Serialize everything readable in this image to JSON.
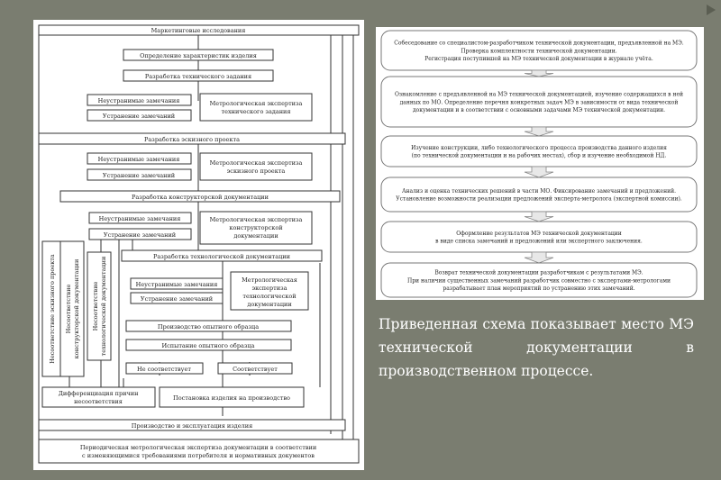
{
  "left_diagram": {
    "marketing": "Маркетинговые исследования",
    "product_def": "Определение характеристик изделия",
    "tech_task": "Разработка технического задания",
    "unremovable_1": "Неустранимые замечания",
    "removal_1": "Устранение замечаний",
    "mex_tz": [
      "Метрологическая экспертиза",
      "технического задания"
    ],
    "sketch_dev": "Разработка эскизного проекта",
    "unremovable_2": "Неустранимые замечания",
    "removal_2": "Устранение замечаний",
    "mex_sketch": [
      "Метрологическая экспертиза",
      "эскизного проекта"
    ],
    "design_dev": "Разработка конструкторской документации",
    "unremovable_3": "Неустранимые замечания",
    "removal_3": "Устранение замечаний",
    "mex_design": [
      "Метрологическая экспертиза",
      "конструкторской",
      "документации"
    ],
    "tech_doc_dev": "Разработка технологической документации",
    "unremovable_4": "Неустранимые замечания",
    "removal_4": "Устранение замечаний",
    "mex_tech": [
      "Метрологическая",
      "экспертиза",
      "технологической",
      "документации"
    ],
    "prototype": "Производство опытного образца",
    "testing": "Испытание опытного образца",
    "not_ok": "Не соответствует",
    "ok": "Соответствует",
    "diff": [
      "Дифференциация причин",
      "несоответствия"
    ],
    "production_setup": "Постановка изделия на производство",
    "operation": "Производство и эксплуатация изделия",
    "periodic": [
      "Периодическая метрологическая экспертиза документации в соответствии",
      "с изменяющимися требованиями потребителя и нормативных документов"
    ],
    "v_sketch": "Несоответствие эскизного проекта",
    "v_design": [
      "Несоответствие",
      "конструкторской документации"
    ],
    "v_tech": [
      "Несоответствие",
      "технологической документации"
    ]
  },
  "right_diagram": {
    "steps": [
      [
        "Собеседование со специалистом-разработчиком технической документации, предъявленной на МЭ.",
        "Проверка комплектности технической документации.",
        "Регистрация поступившей на МЭ технической документации в журнале учёта."
      ],
      [
        "Ознакомление с предъявленной на МЭ технической документацией, изучение содержащихся в ней",
        "данных по МО. Определение перечня конкретных задач МЭ в зависимости от вида технической",
        "документации и в соответствии с основными задачами МЭ технической документации."
      ],
      [
        "Изучение конструкции, либо технологического процесса производства данного изделия",
        "(по технической документации и на рабочих местах), сбор и изучение необходимой НД."
      ],
      [
        "Анализ и оценка технических решений в части МО. Фиксирование замечаний и предложений.",
        "Установление возможности реализации предложений эксперта-метролога (экспертной комиссии)."
      ],
      [
        "Оформление результатов МЭ технической документации",
        "в виде списка замечаний и предложений или экспертного заключения."
      ],
      [
        "Возврат технической документации разработчикам с результатами МЭ.",
        "При наличии существенных замечаний разработчик совместно с экспертами-метрологами",
        "разрабатывает план мероприятий по устранению этих замечаний."
      ]
    ]
  },
  "caption": "Приведенная схема показывает место МЭ технической документации в производственном процессе."
}
